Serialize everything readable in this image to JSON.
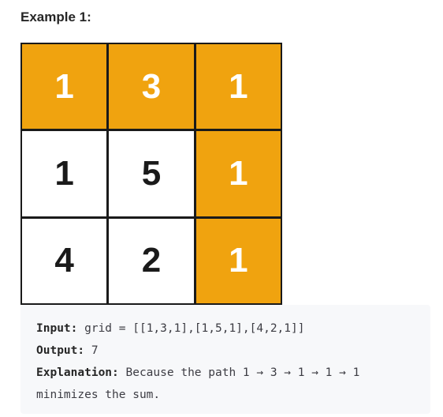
{
  "example": {
    "title": "Example 1:"
  },
  "grid": {
    "path_color": "#f0a30f",
    "cells": [
      {
        "value": "1",
        "on_path": true
      },
      {
        "value": "3",
        "on_path": true
      },
      {
        "value": "1",
        "on_path": true
      },
      {
        "value": "1",
        "on_path": false
      },
      {
        "value": "5",
        "on_path": false
      },
      {
        "value": "1",
        "on_path": true
      },
      {
        "value": "4",
        "on_path": false
      },
      {
        "value": "2",
        "on_path": false
      },
      {
        "value": "1",
        "on_path": true
      }
    ]
  },
  "explanation_box": {
    "input_label": "Input:",
    "input_value": " grid = [[1,3,1],[1,5,1],[4,2,1]]",
    "output_label": "Output:",
    "output_value": " 7",
    "explanation_label": "Explanation:",
    "explanation_value": " Because the path 1 → 3 → 1 → 1 → 1 minimizes the sum."
  }
}
